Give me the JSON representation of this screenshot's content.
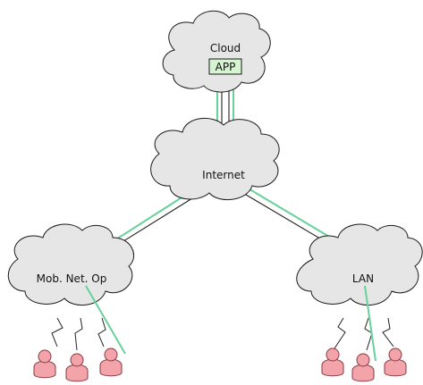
{
  "nodes": {
    "cloud": {
      "label": "Cloud",
      "app_label": "APP"
    },
    "internet": {
      "label": "Internet"
    },
    "mobile_operator": {
      "label": "Mob. Net. Op"
    },
    "lan": {
      "label": "LAN"
    }
  },
  "colors": {
    "cloud_fill": "#e6e6e6",
    "cloud_stroke": "#1a1a1a",
    "app_box_fill": "#d4f5cf",
    "green_link": "#66d19a",
    "black_link": "#222222",
    "user_fill": "#f2a4aa"
  },
  "icons": {
    "user": "user-icon",
    "wireless": "lightning-icon"
  }
}
